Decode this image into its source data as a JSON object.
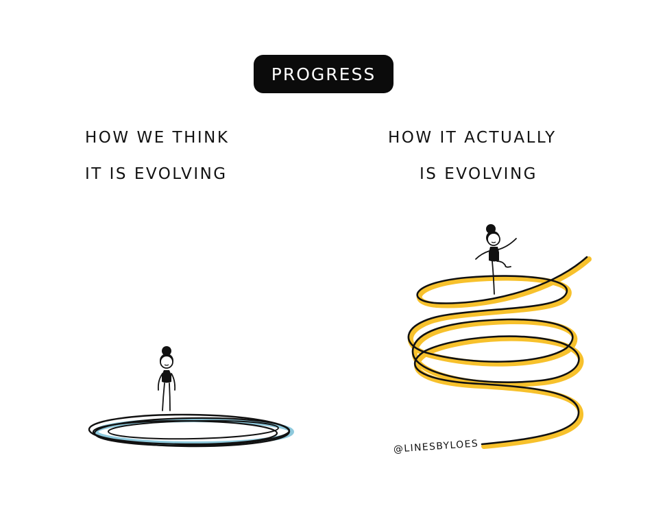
{
  "header": {
    "badge_label": "PROGRESS"
  },
  "left_panel": {
    "caption_line1": "HOW WE THINK",
    "caption_line2": "IT IS EVOLVING"
  },
  "right_panel": {
    "caption_line1": "HOW IT ACTUALLY",
    "caption_line2": "IS EVOLVING"
  },
  "signature": "@LINESBYLOES",
  "colors": {
    "background": "#ffffff",
    "ink": "#111111",
    "badge": "#0b0b0b",
    "circle_accent": "#8ec9dc",
    "spiral_accent": "#f7c12c"
  }
}
